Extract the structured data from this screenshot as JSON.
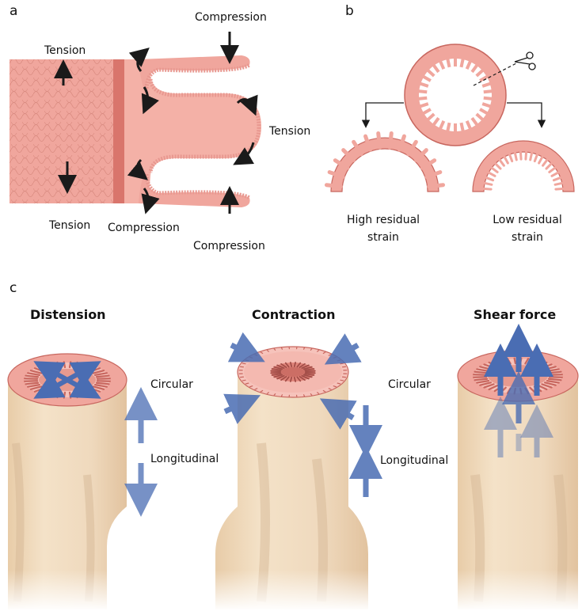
{
  "panel_a": {
    "letter": "a",
    "labels": {
      "tension_top_left": "Tension",
      "tension_bottom_left": "Tension",
      "tension_right": "Tension",
      "compression_top": "Compression",
      "compression_bottom_mid": "Compression",
      "compression_bottom_right": "Compression"
    }
  },
  "panel_b": {
    "letter": "b",
    "high_strain": {
      "line1": "High residual",
      "line2": "strain"
    },
    "low_strain": {
      "line1": "Low residual",
      "line2": "strain"
    }
  },
  "panel_c": {
    "letter": "c",
    "distension": {
      "title": "Distension",
      "circular": "Circular",
      "longitudinal": "Longitudinal"
    },
    "contraction": {
      "title": "Contraction",
      "circular": "Circular",
      "longitudinal": "Longitudinal"
    },
    "shear": {
      "title": "Shear force"
    }
  },
  "colors": {
    "tissue_pink": "#f0a69d",
    "tissue_dark": "#d9756c",
    "lumen_pink": "#f6c3bb",
    "tube_beige": "#efd9bd",
    "tube_shadow": "#d6b895",
    "arrow_black": "#1a1a1a",
    "arrow_blue": "#4a6db3"
  }
}
